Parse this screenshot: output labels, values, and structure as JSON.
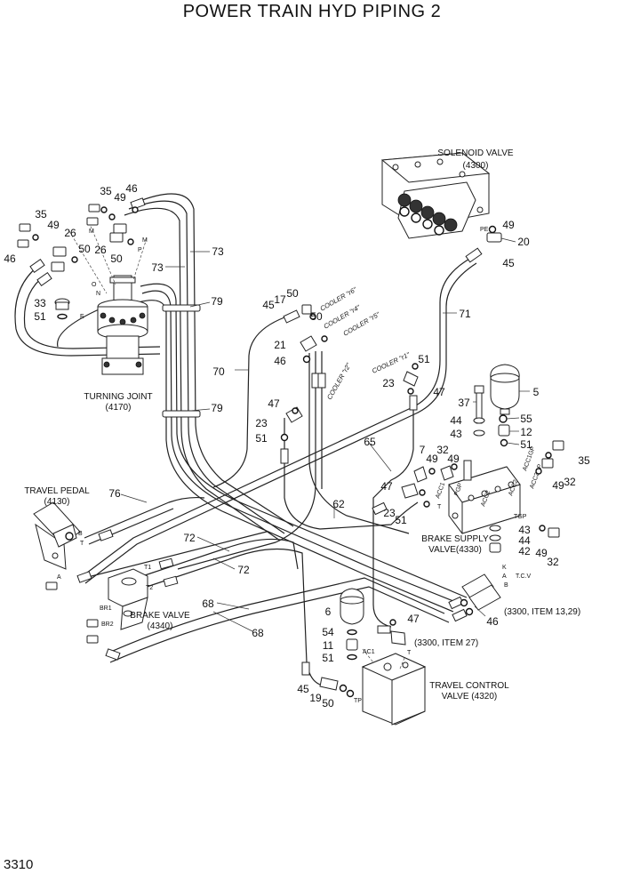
{
  "title": "POWER TRAIN HYD PIPING 2",
  "page_number": "3310",
  "components": {
    "solenoid_valve": {
      "label": "SOLENOID VALVE",
      "ref": "(4300)"
    },
    "turning_joint": {
      "label": "TURNING JOINT",
      "ref": "(4170)"
    },
    "travel_pedal": {
      "label": "TRAVEL PEDAL",
      "ref": "(4130)"
    },
    "brake_valve": {
      "label": "BRAKE VALVE",
      "ref": "(4340)"
    },
    "brake_supply_valve": {
      "label": "BRAKE SUPPLY",
      "label2": "VALVE(4330)"
    },
    "travel_control_valve": {
      "label": "TRAVEL CONTROL",
      "label2": "VALVE (4320)"
    }
  },
  "references": {
    "item_13_29": "(3300, ITEM 13,29)",
    "item_27": "(3300, ITEM 27)"
  },
  "hose_tags": {
    "cooler_h6": "COOLER \"r6\"",
    "cooler_h4": "COOLER \"r4\"",
    "cooler_h5": "COOLER \"r5\"",
    "cooler_h2": "COOLER \"r2\"",
    "cooler_h1": "COOLER \"r1\""
  },
  "port_labels": {
    "m": "M",
    "p": "P",
    "o": "O",
    "n": "N",
    "e": "E",
    "a": "A",
    "b": "B",
    "t": "T",
    "t1": "T1",
    "t2": "T2",
    "br1": "BR1",
    "br2": "BR2",
    "pe": "PE",
    "pgp": "PGP",
    "acc1": "ACC1",
    "acc2": "ACC2",
    "acc1gp": "ACC1GP",
    "acc2gp": "ACC2GP",
    "tgp": "TGP",
    "tcv": "T.C.V",
    "k": "K",
    "ac1": "AC1",
    "tp": "TP"
  },
  "part_numbers": {
    "p46a": "46",
    "p35a": "35",
    "p49a": "49",
    "p35b": "35",
    "p49b": "49",
    "p26a": "26",
    "p50a": "50",
    "p46b": "46",
    "p26b": "26",
    "p50b": "50",
    "p73a": "73",
    "p73b": "73",
    "p79a": "79",
    "p79b": "79",
    "p33": "33",
    "p51a": "51",
    "p45a": "45",
    "p17": "17",
    "p50c": "50",
    "p50d": "50",
    "p21": "21",
    "p46c": "46",
    "p70": "70",
    "p47a": "47",
    "p23a": "23",
    "p51b": "51",
    "p49c": "49",
    "p20": "20",
    "p45b": "45",
    "p71": "71",
    "p51c": "51",
    "p23b": "23",
    "p47b": "47",
    "p5": "5",
    "p37": "37",
    "p55": "55",
    "p44a": "44",
    "p12": "12",
    "p43a": "43",
    "p51d": "51",
    "p65": "65",
    "p7": "7",
    "p32a": "32",
    "p49d": "49",
    "p49e": "49",
    "p35c": "35",
    "p49f": "49",
    "p32b": "32",
    "p76": "76",
    "p62": "62",
    "p47c": "47",
    "p23c": "23",
    "p51e": "51",
    "p72a": "72",
    "p72b": "72",
    "p43b": "43",
    "p44b": "44",
    "p42": "42",
    "p49g": "49",
    "p32c": "32",
    "p68a": "68",
    "p68b": "68",
    "p6": "6",
    "p54": "54",
    "p11": "11",
    "p51f": "51",
    "p47d": "47",
    "p46d": "46",
    "p45c": "45",
    "p19": "19",
    "p50e": "50"
  }
}
